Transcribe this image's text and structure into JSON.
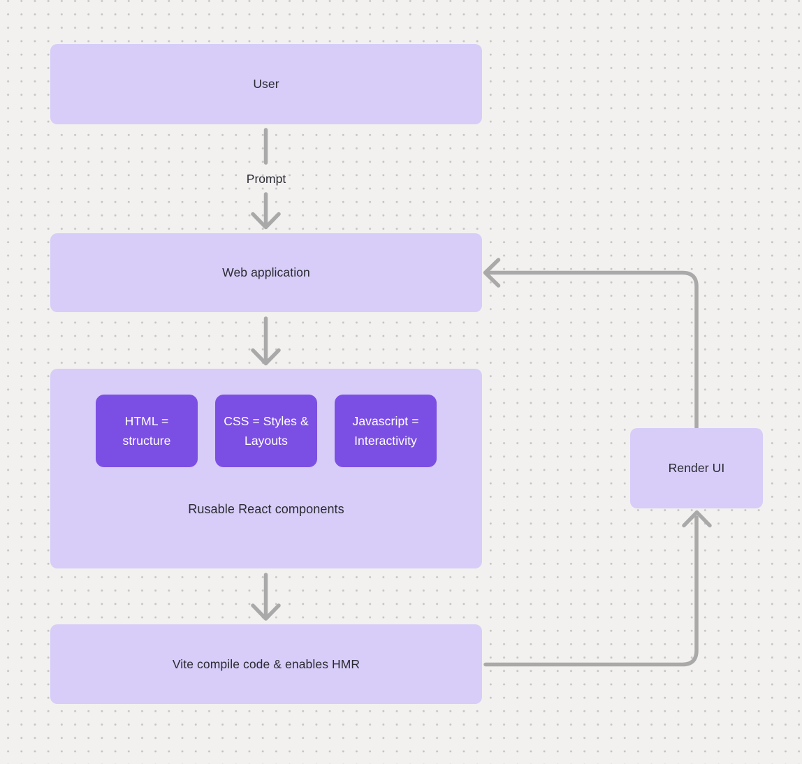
{
  "diagram": {
    "type": "flowchart",
    "nodes": {
      "user": {
        "label": "User"
      },
      "web_application": {
        "label": "Web application"
      },
      "components": {
        "caption": "Rusable React components",
        "chips": [
          {
            "label": "HTML = structure"
          },
          {
            "label": "CSS = Styles & Layouts"
          },
          {
            "label": "Javascript = Interactivity"
          }
        ]
      },
      "vite": {
        "label": "Vite compile code & enables HMR"
      },
      "render_ui": {
        "label": "Render UI"
      }
    },
    "edges": [
      {
        "from": "user",
        "to": "web_application",
        "label": "Prompt"
      },
      {
        "from": "web_application",
        "to": "components",
        "label": ""
      },
      {
        "from": "components",
        "to": "vite",
        "label": ""
      },
      {
        "from": "vite",
        "to": "render_ui",
        "label": ""
      },
      {
        "from": "render_ui",
        "to": "web_application",
        "label": ""
      }
    ],
    "colors": {
      "background": "#f2f1ef",
      "grid_dot": "#c7c5c3",
      "node_fill": "#d7cdf8",
      "chip_fill": "#7c4fe4",
      "chip_text": "#ffffff",
      "node_text": "#2b2a33",
      "connector": "#a9a9a9"
    }
  }
}
